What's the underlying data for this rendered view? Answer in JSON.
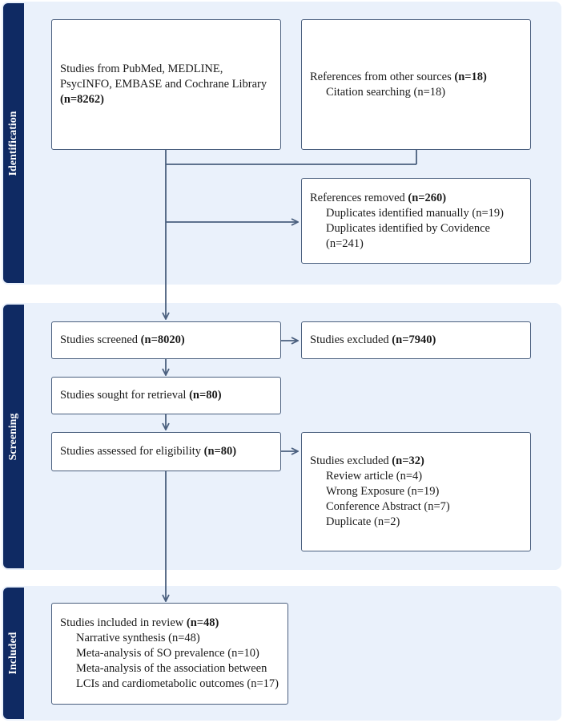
{
  "phases": {
    "identification": "Identification",
    "screening": "Screening",
    "included": "Included"
  },
  "boxes": {
    "databases": {
      "prefix": "Studies from PubMed, MEDLINE, PsycINFO, EMBASE and Cochrane Library ",
      "count": "(n=8262)"
    },
    "other_sources": {
      "prefix": "References from other sources ",
      "count": "(n=18)",
      "items": [
        "Citation searching (n=18)"
      ]
    },
    "removed": {
      "prefix": "References removed ",
      "count": "(n=260)",
      "items": [
        "Duplicates identified manually (n=19)",
        "Duplicates identified by Covidence (n=241)"
      ]
    },
    "screened": {
      "prefix": "Studies screened ",
      "count": "(n=8020)"
    },
    "excluded_screen": {
      "prefix": "Studies excluded ",
      "count": "(n=7940)"
    },
    "retrieval": {
      "prefix": "Studies sought for retrieval ",
      "count": "(n=80)"
    },
    "eligibility": {
      "prefix": "Studies assessed for eligibility ",
      "count": "(n=80)"
    },
    "excluded_eligibility": {
      "prefix": "Studies excluded ",
      "count": "(n=32)",
      "items": [
        "Review article (n=4)",
        "Wrong Exposure (n=19)",
        "Conference Abstract (n=7)",
        "Duplicate (n=2)"
      ]
    },
    "included": {
      "prefix": "Studies included in review ",
      "count": "(n=48)",
      "items": [
        "Narrative synthesis (n=48)",
        "Meta-analysis of SO prevalence (n=10)",
        "Meta-analysis of the association between LCIs and cardiometabolic outcomes (n=17)"
      ]
    }
  },
  "colors": {
    "panel": "#eaf1fb",
    "phase_bar": "#0f2a63",
    "box_border": "#4a5f7e",
    "arrow": "#4a5f7e"
  }
}
